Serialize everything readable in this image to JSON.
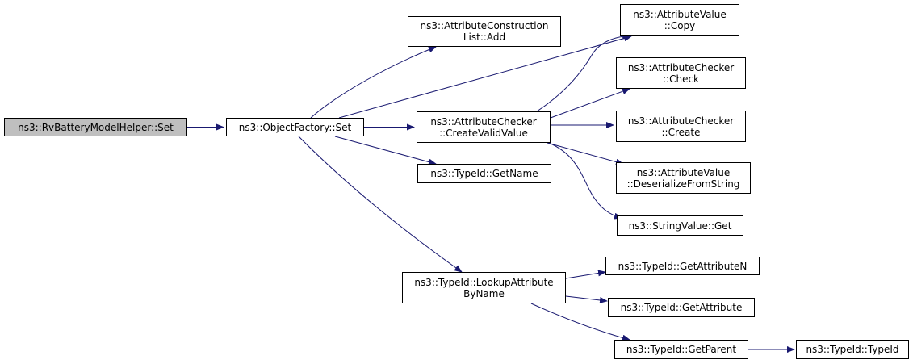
{
  "colors": {
    "edge": "#191970",
    "root_fill": "#bfbfbf",
    "node_fill": "#ffffff",
    "border": "#000000"
  },
  "nodes": {
    "rv_set": [
      "ns3::RvBatteryModelHelper::Set"
    ],
    "of_set": [
      "ns3::ObjectFactory::Set"
    ],
    "acl_add": [
      "ns3::AttributeConstruction",
      "List::Add"
    ],
    "av_copy": [
      "ns3::AttributeValue",
      "::Copy"
    ],
    "ac_cvv": [
      "ns3::AttributeChecker",
      "::CreateValidValue"
    ],
    "ac_check": [
      "ns3::AttributeChecker",
      "::Check"
    ],
    "ac_create": [
      "ns3::AttributeChecker",
      "::Create"
    ],
    "av_dfs": [
      "ns3::AttributeValue",
      "::DeserializeFromString"
    ],
    "tid_getname": [
      "ns3::TypeId::GetName"
    ],
    "sv_get": [
      "ns3::StringValue::Get"
    ],
    "tid_lookup": [
      "ns3::TypeId::LookupAttribute",
      "ByName"
    ],
    "tid_getattrn": [
      "ns3::TypeId::GetAttributeN"
    ],
    "tid_getattr": [
      "ns3::TypeId::GetAttribute"
    ],
    "tid_getparent": [
      "ns3::TypeId::GetParent"
    ],
    "tid_typeid": [
      "ns3::TypeId::TypeId"
    ]
  },
  "edges": [
    [
      "rv_set",
      "of_set"
    ],
    [
      "of_set",
      "acl_add"
    ],
    [
      "of_set",
      "av_copy"
    ],
    [
      "of_set",
      "ac_cvv"
    ],
    [
      "of_set",
      "tid_getname"
    ],
    [
      "of_set",
      "tid_lookup"
    ],
    [
      "ac_cvv",
      "av_copy"
    ],
    [
      "ac_cvv",
      "ac_check"
    ],
    [
      "ac_cvv",
      "ac_create"
    ],
    [
      "ac_cvv",
      "av_dfs"
    ],
    [
      "ac_cvv",
      "sv_get"
    ],
    [
      "tid_lookup",
      "tid_getattrn"
    ],
    [
      "tid_lookup",
      "tid_getattr"
    ],
    [
      "tid_lookup",
      "tid_getparent"
    ],
    [
      "tid_getparent",
      "tid_typeid"
    ]
  ]
}
